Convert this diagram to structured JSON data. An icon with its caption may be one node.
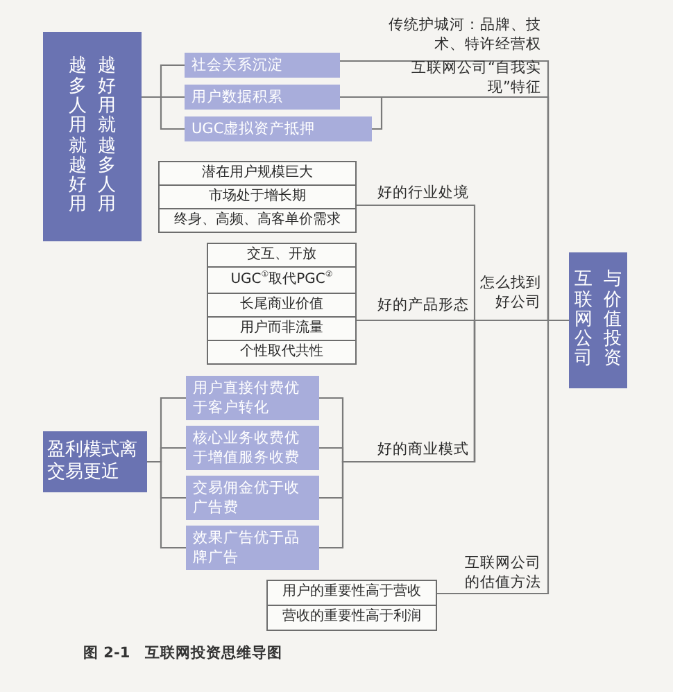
{
  "diagram": {
    "caption": "图 2-1　互联网投资思维导图",
    "nodes": [
      {
        "text": [
          "越多人用就越好用",
          "越好用就越多人用"
        ]
      },
      {
        "text": [
          "社会关系沉淀"
        ]
      },
      {
        "text": [
          "用户数据积累"
        ]
      },
      {
        "text": [
          "UGC虚拟资产抵押"
        ]
      },
      {
        "text": [
          "潜在用户规模巨大"
        ]
      },
      {
        "text": [
          "市场处于增长期"
        ]
      },
      {
        "text": [
          "终身、高频、高客单价需求"
        ]
      },
      {
        "text": [
          "交互、开放"
        ]
      },
      {
        "text": [
          "UGC$^{①}$取代PGC$^{②}$"
        ]
      },
      {
        "text": [
          "长尾商业价值"
        ]
      },
      {
        "text": [
          "用户而非流量"
        ]
      },
      {
        "text": [
          "个性取代共性"
        ]
      },
      {
        "text": [
          "盈利模式离交易更近"
        ]
      },
      {
        "text": [
          "用户直接付费优于客户转化"
        ]
      },
      {
        "text": [
          "核心业务收费优于增值服务收费"
        ]
      },
      {
        "text": [
          "交易佣金优于收广告费"
        ]
      },
      {
        "text": [
          "效果广告优于品牌广告"
        ]
      },
      {
        "text": [
          "用户的重要性高于营收"
        ]
      },
      {
        "text": [
          "营收的重要性高于利润"
        ]
      },
      {
        "text": [
          "互联网公司",
          "与价值投资"
        ]
      }
    ],
    "edges": [
      {
        "from": 0,
        "to": 1,
        "arrow": "none"
      },
      {
        "from": 0,
        "to": 2,
        "arrow": "none"
      },
      {
        "from": 0,
        "to": 3,
        "arrow": "none"
      },
      {
        "from": 1,
        "to": 19,
        "arrow": "none",
        "label": "传统护城河：品牌、技术、特许经营权"
      },
      {
        "from": 2,
        "to": 19,
        "arrow": "none",
        "label": "互联网公司“自我实现”特征"
      },
      {
        "from": 3,
        "to": 19,
        "arrow": "none"
      },
      {
        "from": 5,
        "to": 19,
        "arrow": "none",
        "label": "好的行业处境"
      },
      {
        "from": 9,
        "to": 19,
        "arrow": "none",
        "label": "好的产品形态"
      },
      {
        "from": 12,
        "to": 13,
        "arrow": "none"
      },
      {
        "from": 12,
        "to": 14,
        "arrow": "none"
      },
      {
        "from": 12,
        "to": 15,
        "arrow": "none"
      },
      {
        "from": 12,
        "to": 16,
        "arrow": "none"
      },
      {
        "from": 13,
        "to": 19,
        "arrow": "none"
      },
      {
        "from": 14,
        "to": 19,
        "arrow": "none",
        "label": "好的商业模式"
      },
      {
        "from": 15,
        "to": 19,
        "arrow": "none"
      },
      {
        "from": 16,
        "to": 19,
        "arrow": "none"
      },
      {
        "from": 17,
        "to": 19,
        "arrow": "none",
        "label": "互联网公司的估值方法"
      }
    ],
    "labels": [
      "怎么找到好公司"
    ]
  }
}
